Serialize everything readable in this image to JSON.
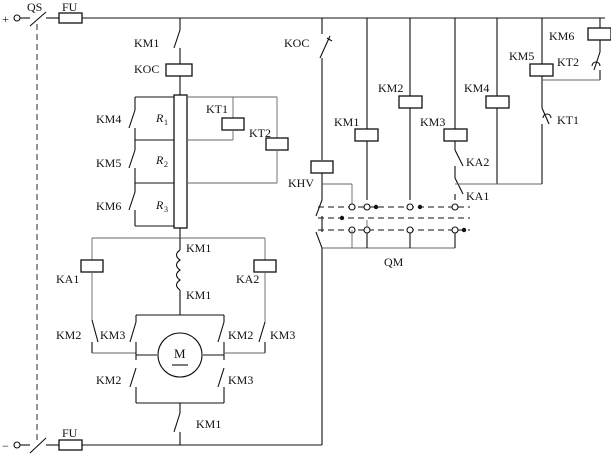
{
  "labels": {
    "plus": "+",
    "minus": "−",
    "qs": "QS",
    "fu_top": "FU",
    "fu_bottom": "FU",
    "km1_top": "KM1",
    "koc_coil": "KOC",
    "km4_left": "KM4",
    "km5_left": "KM5",
    "km6_left": "KM6",
    "r1": "R",
    "r1_sub": "1",
    "r2": "R",
    "r2_sub": "2",
    "r3": "R",
    "r3_sub": "3",
    "kt1_coil": "KT1",
    "kt2_coil": "KT2",
    "ka1_coil": "KA1",
    "ka2_coil": "KA2",
    "km1_field_top": "KM1",
    "km1_field_bottom": "KM1",
    "km2_left_top": "KM2",
    "km3_left_top": "KM3",
    "km2_right_top": "KM2",
    "km3_right_top": "KM3",
    "km2_left_bottom": "KM2",
    "km3_right_bottom": "KM3",
    "motor": "M",
    "km1_bottom": "KM1",
    "koc_contact": "KOC",
    "khv": "KHV",
    "km1_coil": "KM1",
    "km2_coil": "KM2",
    "km3_coil": "KM3",
    "km4_coil": "KM4",
    "km5_coil": "KM5",
    "km6_coil": "KM6",
    "kt2_contact": "KT2",
    "kt1_contact": "KT1",
    "ka2_contact": "KA2",
    "ka1_contact": "KA1",
    "qm": "QM"
  }
}
